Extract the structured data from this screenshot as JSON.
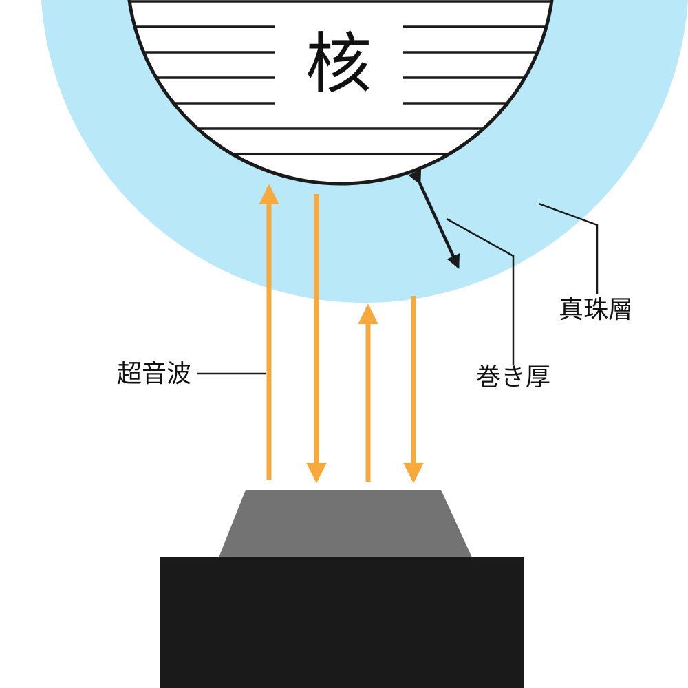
{
  "diagram": {
    "title_hint": "pearl-nacre-ultrasound-measurement",
    "labels": {
      "nucleus": "核",
      "ultrasound": "超音波",
      "nacre_thickness": "巻き厚",
      "nacre_layer": "真珠層"
    },
    "colors": {
      "background": "#FFFFFF",
      "nacre_layer": "#B9E8F9",
      "nucleus_fill": "#FFFFFF",
      "outline": "#1A1A1A",
      "ultrasound_arrow": "#F9A93C",
      "transducer": "#737373",
      "probe_body": "#1A1A1A"
    }
  }
}
